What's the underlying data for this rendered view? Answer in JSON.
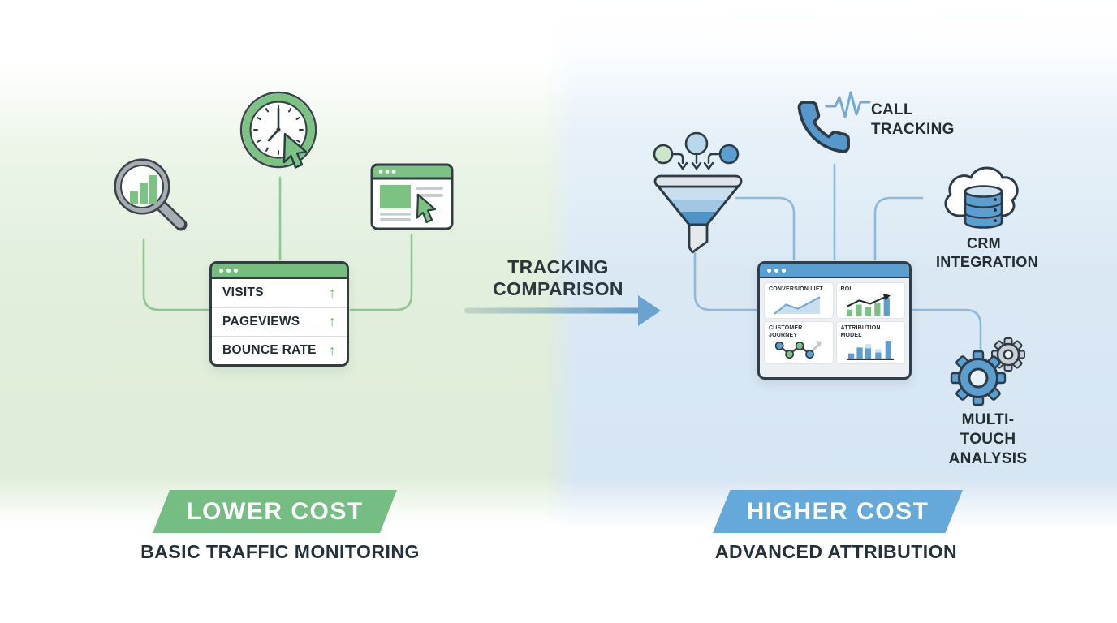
{
  "colors": {
    "green_accent": "#75bd83",
    "blue_accent": "#64a9da",
    "line_green": "#8fc792",
    "line_blue": "#8fb9da",
    "dark_text": "#25313a",
    "window_border": "#333c42"
  },
  "icons": {
    "left": [
      "magnifier-chart-icon",
      "clock-cursor-icon",
      "webpage-cursor-icon"
    ],
    "right": [
      "funnel-sources-icon",
      "phone-waveform-icon",
      "cloud-database-icon",
      "gears-icon"
    ],
    "center": [
      "gradient-right-arrow"
    ]
  },
  "left": {
    "metrics_window": {
      "rows": [
        {
          "label": "VISITS",
          "trend": "↑"
        },
        {
          "label": "PAGEVIEWS",
          "trend": "↑"
        },
        {
          "label": "BOUNCE RATE",
          "trend": "↑"
        }
      ]
    },
    "ribbon_label": "LOWER COST",
    "caption": "BASIC TRAFFIC MONITORING"
  },
  "center": {
    "title": "TRACKING COMPARISON"
  },
  "right": {
    "call_tracking_label": "CALL TRACKING",
    "crm_label": "CRM INTEGRATION",
    "multitouch_label": "MULTI-TOUCH ANALYSIS",
    "dashboard": {
      "cards": [
        {
          "title": "CONVERSION LIFT",
          "chart": "area"
        },
        {
          "title": "ROI",
          "chart": "bar-with-trend-arrow"
        },
        {
          "title": "CUSTOMER JOURNEY",
          "chart": "connected-dots"
        },
        {
          "title": "ATTRIBUTION MODEL",
          "chart": "stacked-bars"
        }
      ]
    },
    "ribbon_label": "HIGHER COST",
    "caption": "ADVANCED ATTRIBUTION"
  }
}
